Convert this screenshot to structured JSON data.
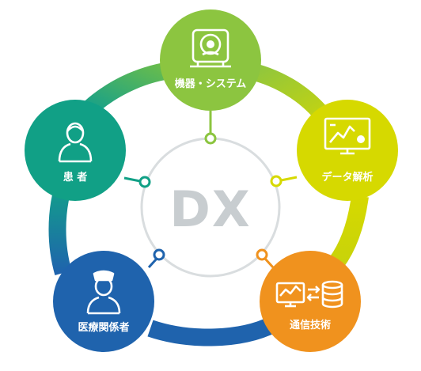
{
  "center": {
    "label": "DX",
    "color": "#c8cdd0",
    "ring_color": "#d9dddf"
  },
  "nodes": [
    {
      "id": "equipment",
      "label": "機器・システム",
      "color": "#8cc540",
      "icon": "mri-scanner-icon"
    },
    {
      "id": "data",
      "label": "データ解析",
      "color": "#d6d900",
      "icon": "analytics-board-icon"
    },
    {
      "id": "comm",
      "label": "通信技術",
      "color": "#f0921e",
      "icon": "monitor-database-icon"
    },
    {
      "id": "staff",
      "label": "医療関係者",
      "color": "#1f63ad",
      "icon": "nurse-icon"
    },
    {
      "id": "patient",
      "label": "患 者",
      "color": "#11a086",
      "icon": "patient-icon"
    }
  ],
  "arcs": [
    {
      "from": "patient",
      "to": "equipment",
      "color": "#27a680"
    },
    {
      "from": "equipment",
      "to": "data",
      "color": "#9fc933"
    },
    {
      "from": "data",
      "to": "comm",
      "color": "#d6d900"
    },
    {
      "from": "comm",
      "to": "staff",
      "color": "#1f63ad"
    },
    {
      "from": "staff",
      "to": "patient",
      "color": "#1a78b8"
    }
  ]
}
